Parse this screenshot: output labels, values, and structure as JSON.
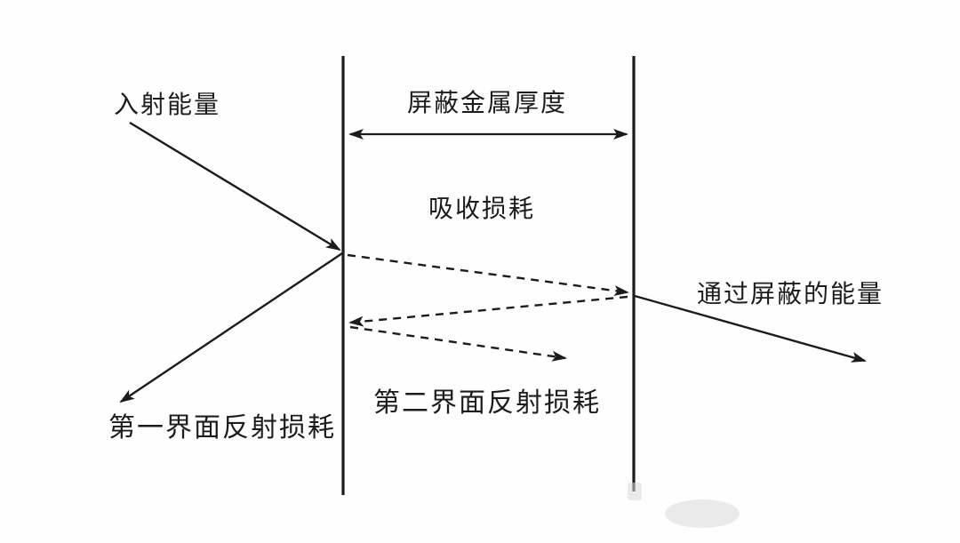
{
  "diagram": {
    "title": "shielding-effectiveness-diagram",
    "labels": {
      "incident_energy": "入射能量",
      "shield_thickness": "屏蔽金属厚度",
      "absorption_loss": "吸收损耗",
      "through_energy": "通过屏蔽的能量",
      "first_interface_reflection_loss": "第一界面反射损耗",
      "second_interface_reflection_loss": "第二界面反射损耗"
    },
    "colors": {
      "line": "#1c1c1c",
      "background": "#fefefe"
    }
  }
}
